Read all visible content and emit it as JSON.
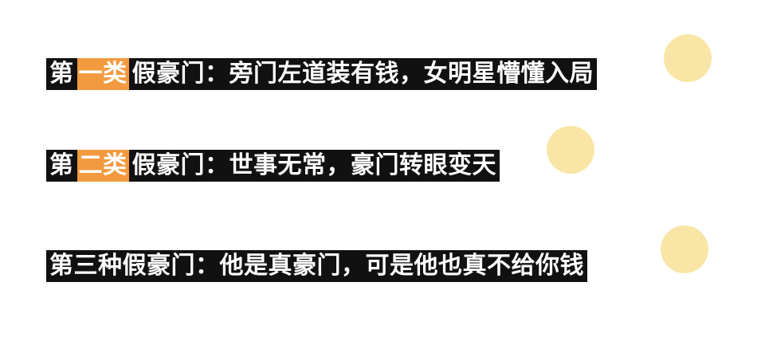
{
  "headlines": [
    {
      "prefix": "第",
      "highlight": "一类",
      "rest": "假豪门：旁门左道装有钱，女明星懵懂入局"
    },
    {
      "prefix": "第",
      "highlight": "二类",
      "rest": "假豪门：世事无常，豪门转眼变天"
    },
    {
      "text": "第三种假豪门：他是真豪门，可是他也真不给你钱"
    }
  ],
  "colors": {
    "bar": "#111111",
    "highlight": "#f29a3f",
    "circle": "#f9e6a6",
    "text": "#ffffff"
  }
}
